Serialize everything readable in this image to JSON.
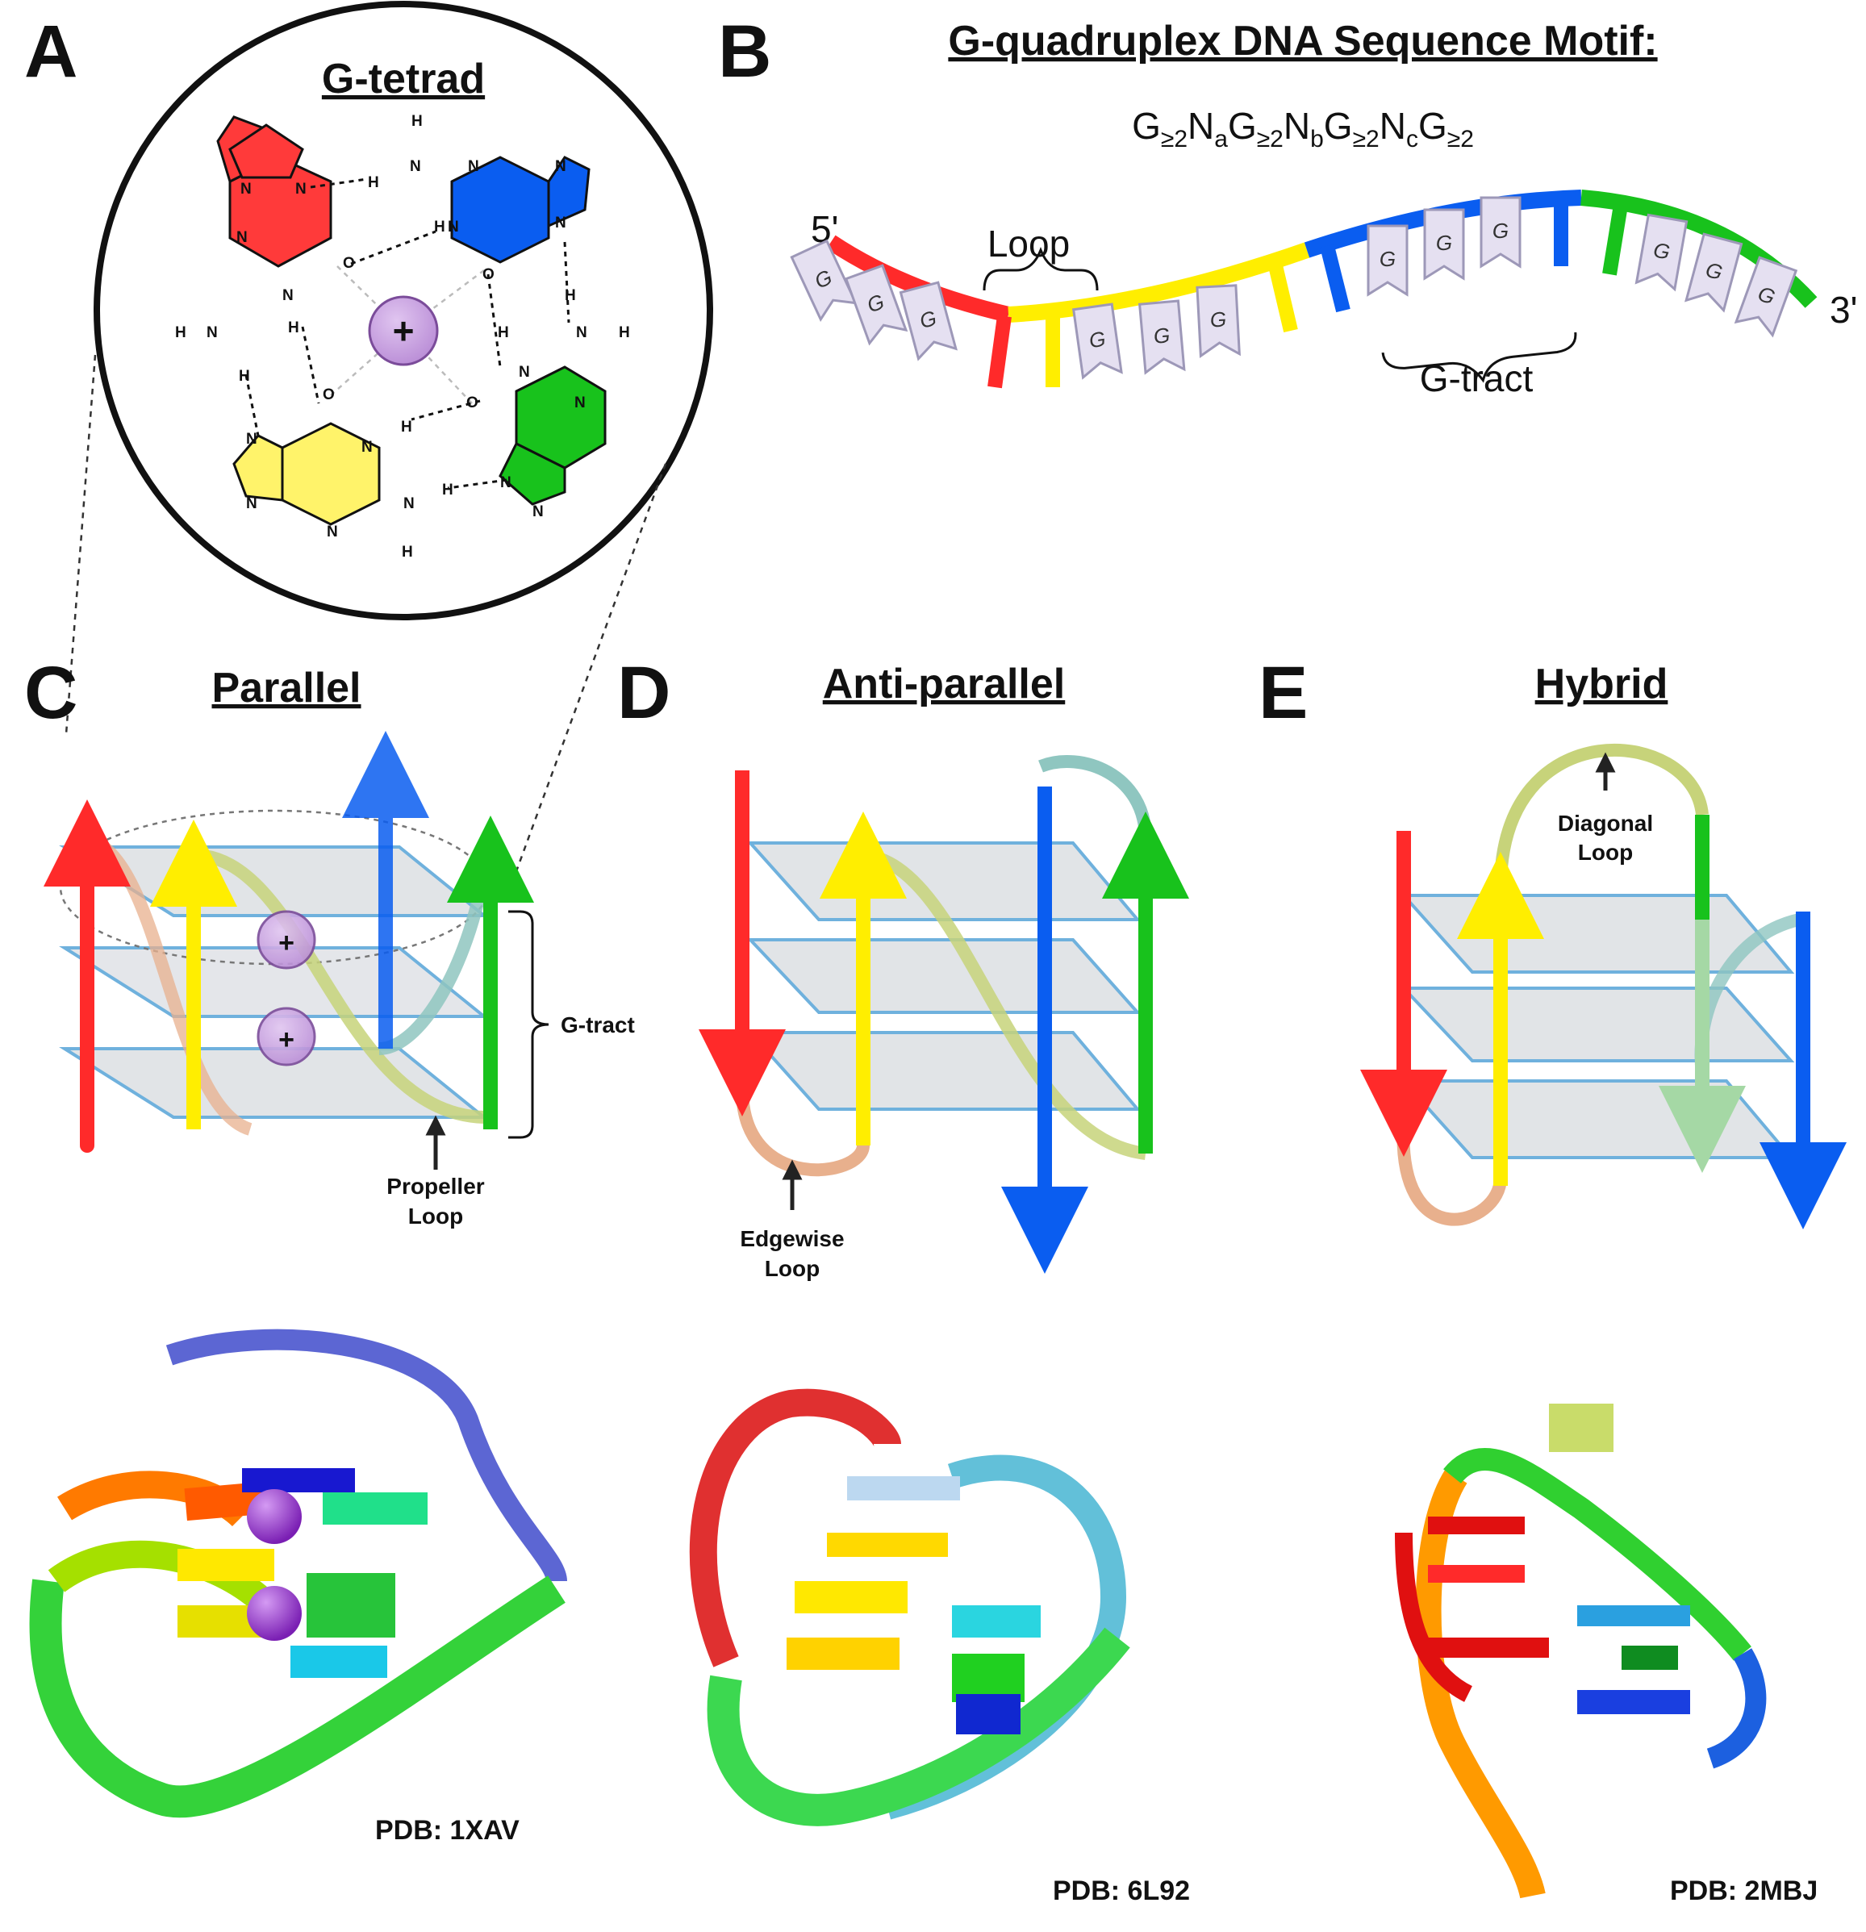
{
  "panels": {
    "a": {
      "label": "A",
      "title": "G-tetrad",
      "ion": "+"
    },
    "b": {
      "label": "B",
      "title": "G-quadruplex DNA Sequence Motif:",
      "motif": [
        {
          "t": "G"
        },
        {
          "t": "≥2",
          "s": "sub"
        },
        {
          "t": "N"
        },
        {
          "t": "a",
          "s": "sub"
        },
        {
          "t": "G"
        },
        {
          "t": "≥2",
          "s": "sub"
        },
        {
          "t": "N"
        },
        {
          "t": "b",
          "s": "sub"
        },
        {
          "t": "G"
        },
        {
          "t": "≥2",
          "s": "sub"
        },
        {
          "t": "N"
        },
        {
          "t": "c",
          "s": "sub"
        },
        {
          "t": "G"
        },
        {
          "t": "≥2",
          "s": "sub"
        }
      ],
      "five_prime": "5'",
      "three_prime": "3'",
      "loop": "Loop",
      "gtract": "G-tract",
      "base": "G"
    },
    "c": {
      "label": "C",
      "title": "Parallel",
      "gtract": "G-tract",
      "loop_line1": "Propeller",
      "loop_line2": "Loop",
      "ion": "+",
      "pdb": "PDB: 1XAV"
    },
    "d": {
      "label": "D",
      "title": "Anti-parallel",
      "loop_line1": "Edgewise",
      "loop_line2": "Loop",
      "pdb": "PDB: 6L92"
    },
    "e": {
      "label": "E",
      "title": "Hybrid",
      "loop_line1": "Diagonal",
      "loop_line2": "Loop",
      "pdb": "PDB: 2MBJ"
    }
  },
  "atoms": {
    "N": "N",
    "H": "H",
    "O": "O"
  },
  "colors": {
    "red": "#ff2a2a",
    "blue": "#0a5df0",
    "yellow": "#ffee00",
    "green": "#18c21c",
    "loop_tan": "#e8b08d",
    "loop_olive": "#c7d37a",
    "loop_teal": "#8fc6c0",
    "ion": "#c9a0e0"
  }
}
